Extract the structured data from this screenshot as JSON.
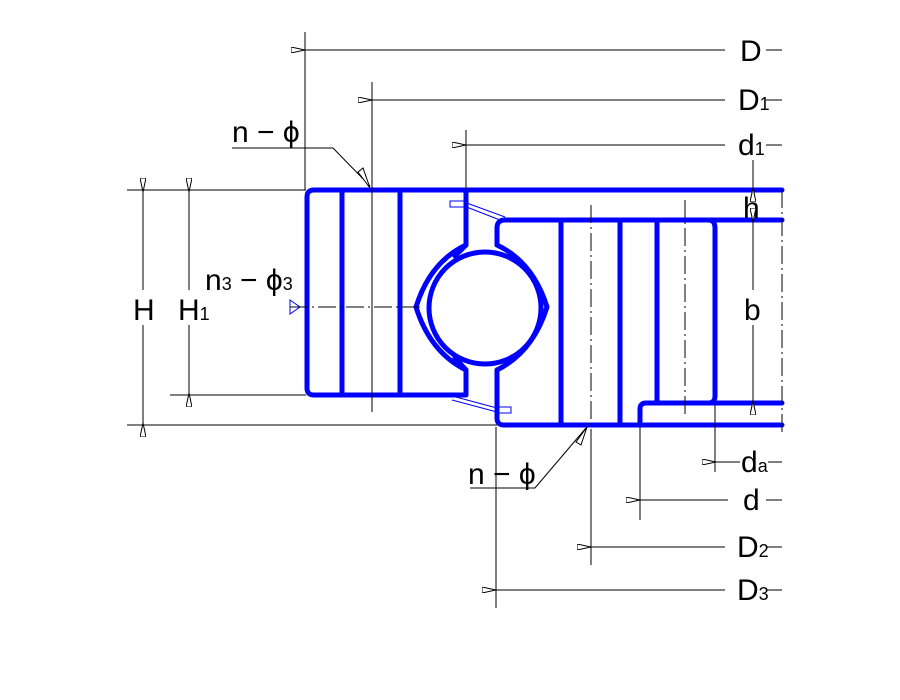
{
  "drawing": {
    "title": "Slewing bearing cross-section",
    "colors": {
      "part_outline": "#0000ff",
      "dimension_lines": "#000000",
      "background": "#ffffff"
    },
    "dimensions": {
      "D": {
        "main": "D",
        "sub": ""
      },
      "D1": {
        "main": "D",
        "sub": "1"
      },
      "d1": {
        "main": "d",
        "sub": "1"
      },
      "h": {
        "main": "h"
      },
      "b": {
        "main": "b"
      },
      "da": {
        "main": "d",
        "sub": "a"
      },
      "d": {
        "main": "d"
      },
      "D2": {
        "main": "D",
        "sub": "2"
      },
      "D3": {
        "main": "D",
        "sub": "3"
      },
      "H": {
        "main": "H"
      },
      "H1": {
        "main": "H",
        "sub": "1"
      },
      "n_phi_top": {
        "text": "n − ϕ"
      },
      "n_phi_bottom": {
        "text": "n − ϕ"
      },
      "n3_phi3": {
        "n": "n",
        "n_sub": "3",
        "dash": " − ϕ",
        "phi_sub": "3"
      }
    }
  }
}
